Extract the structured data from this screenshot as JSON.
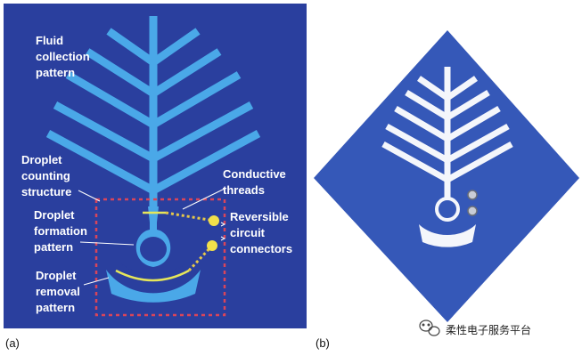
{
  "panel_a": {
    "panel_label": "(a)",
    "labels": {
      "fluid_collection": [
        "Fluid",
        "collection",
        "pattern"
      ],
      "droplet_counting": [
        "Droplet",
        "counting",
        "structure"
      ],
      "droplet_formation": [
        "Droplet",
        "formation",
        "pattern"
      ],
      "droplet_removal": [
        "Droplet",
        "removal",
        "pattern"
      ],
      "conductive_threads": [
        "Conductive",
        "threads"
      ],
      "reversible_connectors": [
        "Reversible",
        "circuit",
        "connectors"
      ]
    }
  },
  "panel_b": {
    "panel_label": "(b)"
  },
  "watermark": {
    "text": "柔性电子服务平台"
  },
  "colors": {
    "background_blue": "#2a3f9e",
    "channel_blue": "#4aa8e8",
    "thread_yellow": "#e6e65a",
    "connector_yellow": "#f2e04a",
    "dashed_box": "#d9455a",
    "photo_blue": "#3558b8"
  }
}
